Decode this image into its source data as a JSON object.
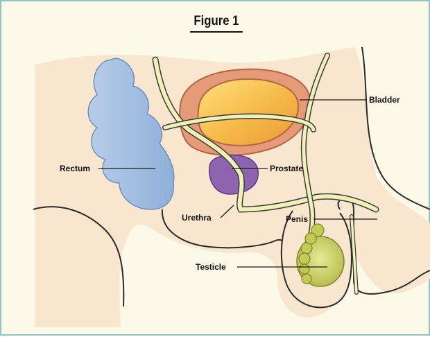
{
  "figure": {
    "title": "Figure 1"
  },
  "labels": {
    "bladder": "Bladder",
    "rectum": "Rectum",
    "prostate": "Prostate",
    "urethra": "Urethra",
    "penis": "Penis",
    "testicle": "Testicle"
  },
  "colors": {
    "background": "#fbf9e7",
    "border": "#8ec6c3",
    "skin": "#f8e6cf",
    "outline": "#2a2a2a",
    "rectum": "#9cb9dd",
    "bladder_outer": "#e59a78",
    "bladder_inner": "#f4b544",
    "prostate": "#8e63b0",
    "duct": "#f0f1b6",
    "testicle": "#c4cb55"
  }
}
